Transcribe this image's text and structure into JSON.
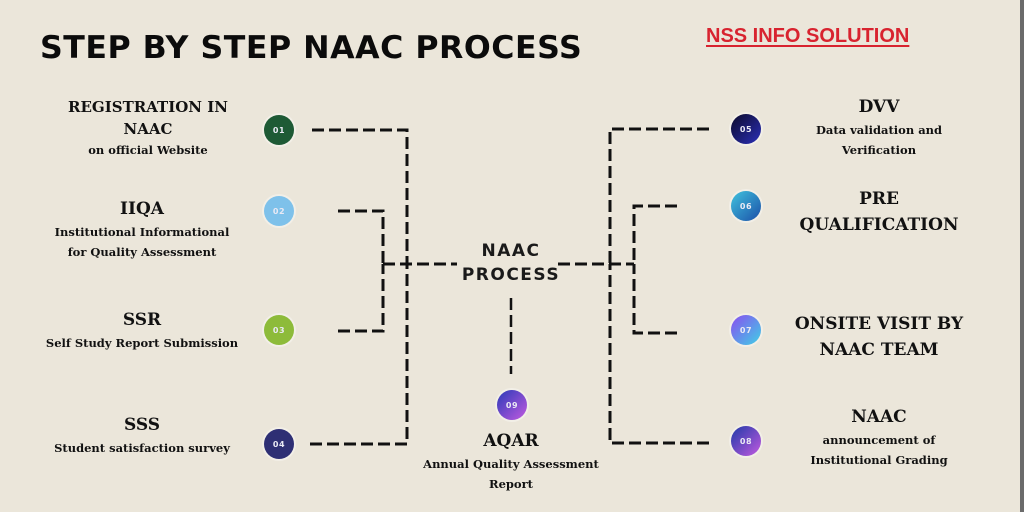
{
  "title": "STEP BY STEP NAAC PROCESS",
  "brand": "NSS INFO SOLUTION",
  "center_label": {
    "line1": "NAAC",
    "line2": "PROCESS"
  },
  "colors": {
    "background": "#ebe6da",
    "brand": "#d8232f",
    "line": "#111111"
  },
  "steps": [
    {
      "number": "01",
      "title_lines": [
        "REGISTRATION IN",
        "NAAC"
      ],
      "subtitle_lines": [
        "on official Website"
      ],
      "badge_color": "#1e5a35",
      "side": "left"
    },
    {
      "number": "02",
      "title_lines": [
        "IIQA"
      ],
      "subtitle_lines": [
        "Institutional Informational",
        "for Quality Assessment"
      ],
      "badge_color": "#7ec1ea",
      "side": "left"
    },
    {
      "number": "03",
      "title_lines": [
        "SSR"
      ],
      "subtitle_lines": [
        "Self Study Report Submission"
      ],
      "badge_color": "#8dbb3a",
      "side": "left"
    },
    {
      "number": "04",
      "title_lines": [
        "SSS"
      ],
      "subtitle_lines": [
        "Student satisfaction survey"
      ],
      "badge_color": "#2e2f74",
      "side": "left"
    },
    {
      "number": "05",
      "title_lines": [
        "DVV"
      ],
      "subtitle_lines": [
        "Data validation and",
        "Verification"
      ],
      "badge_color": "#1f1a5e",
      "side": "right"
    },
    {
      "number": "06",
      "title_lines": [
        "PRE",
        "QUALIFICATION"
      ],
      "subtitle_lines": [],
      "badge_color": "#2a8fc8",
      "side": "right"
    },
    {
      "number": "07",
      "title_lines": [
        "ONSITE VISIT BY",
        "NAAC TEAM"
      ],
      "subtitle_lines": [],
      "badge_color": "#6f6ae8",
      "side": "right"
    },
    {
      "number": "08",
      "title_lines": [
        "NAAC"
      ],
      "subtitle_lines": [
        "announcement of",
        "Institutional Grading"
      ],
      "badge_color": "#5a44b8",
      "side": "right"
    },
    {
      "number": "09",
      "title_lines": [
        "AQAR"
      ],
      "subtitle_lines": [
        "Annual Quality Assessment",
        "Report"
      ],
      "badge_color": "#5b3fc4",
      "side": "bottom"
    }
  ]
}
